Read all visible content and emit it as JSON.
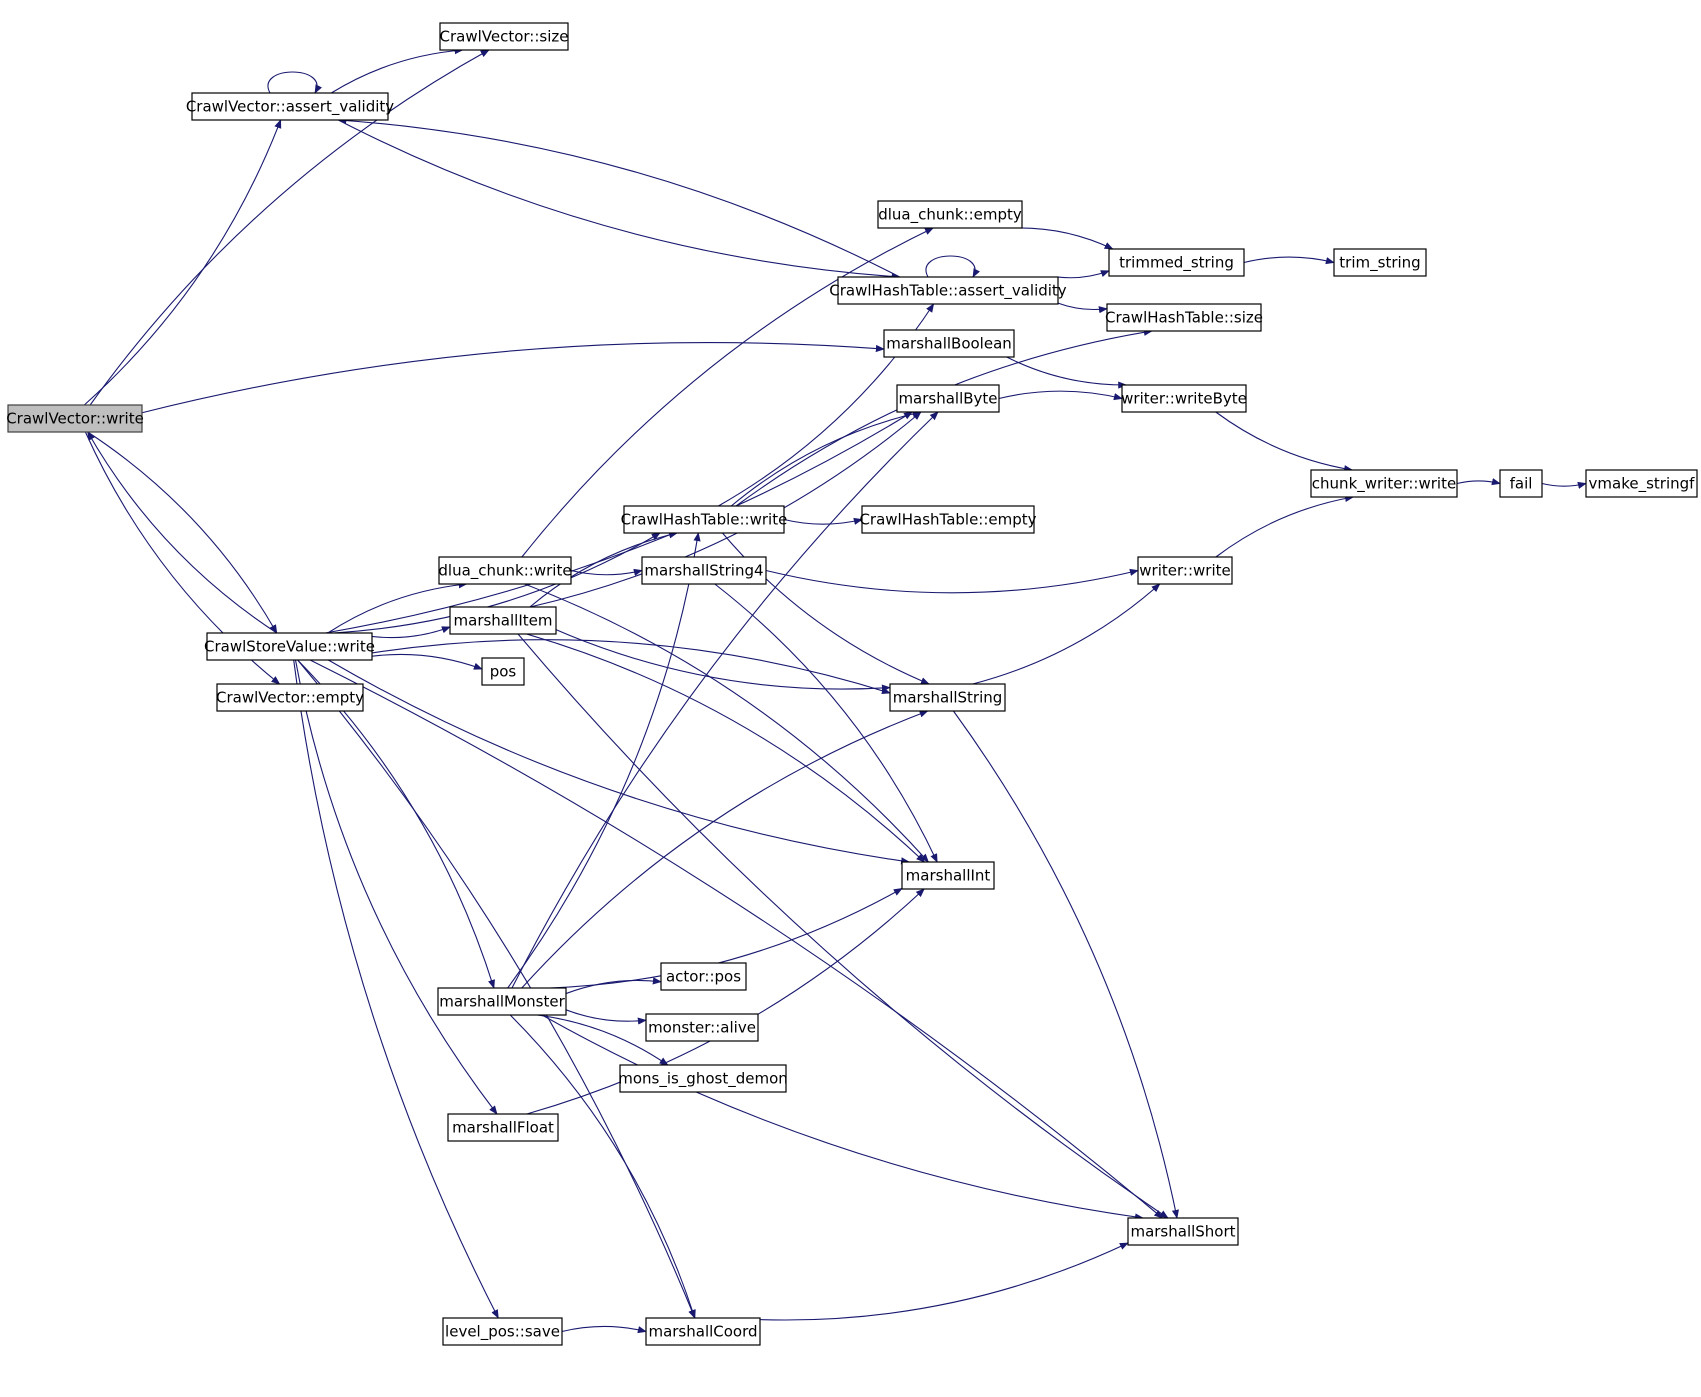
{
  "diagram": {
    "type": "call-graph",
    "edge_color": "#191970",
    "root_fill": "#bfbfbf",
    "nodes": [
      {
        "id": "cv_write",
        "label": "CrawlVector::write",
        "root": true
      },
      {
        "id": "cv_size",
        "label": "CrawlVector::size"
      },
      {
        "id": "cv_assert",
        "label": "CrawlVector::assert_validity"
      },
      {
        "id": "dlua_empty",
        "label": "dlua_chunk::empty"
      },
      {
        "id": "trimmed_string",
        "label": "trimmed_string"
      },
      {
        "id": "trim_string",
        "label": "trim_string"
      },
      {
        "id": "cht_assert",
        "label": "CrawlHashTable::assert_validity"
      },
      {
        "id": "cht_size",
        "label": "CrawlHashTable::size"
      },
      {
        "id": "marshallBoolean",
        "label": "marshallBoolean"
      },
      {
        "id": "marshallByte",
        "label": "marshallByte"
      },
      {
        "id": "writeByte",
        "label": "writer::writeByte"
      },
      {
        "id": "chunk_write",
        "label": "chunk_writer::write"
      },
      {
        "id": "fail",
        "label": "fail"
      },
      {
        "id": "vmake_stringf",
        "label": "vmake_stringf"
      },
      {
        "id": "cht_write",
        "label": "CrawlHashTable::write"
      },
      {
        "id": "cht_empty",
        "label": "CrawlHashTable::empty"
      },
      {
        "id": "dlua_write",
        "label": "dlua_chunk::write"
      },
      {
        "id": "marshallString4",
        "label": "marshallString4"
      },
      {
        "id": "writer_write",
        "label": "writer::write"
      },
      {
        "id": "marshallItem",
        "label": "marshallItem"
      },
      {
        "id": "csv_write",
        "label": "CrawlStoreValue::write"
      },
      {
        "id": "pos",
        "label": "pos"
      },
      {
        "id": "cv_empty",
        "label": "CrawlVector::empty"
      },
      {
        "id": "marshallString",
        "label": "marshallString"
      },
      {
        "id": "marshallInt",
        "label": "marshallInt"
      },
      {
        "id": "actor_pos",
        "label": "actor::pos"
      },
      {
        "id": "marshallMonster",
        "label": "marshallMonster"
      },
      {
        "id": "monster_alive",
        "label": "monster::alive"
      },
      {
        "id": "mons_ghost",
        "label": "mons_is_ghost_demon"
      },
      {
        "id": "marshallFloat",
        "label": "marshallFloat"
      },
      {
        "id": "marshallShort",
        "label": "marshallShort"
      },
      {
        "id": "level_pos_save",
        "label": "level_pos::save"
      },
      {
        "id": "marshallCoord",
        "label": "marshallCoord"
      }
    ],
    "edges": [
      [
        "cv_write",
        "cv_size"
      ],
      [
        "cv_write",
        "cv_assert"
      ],
      [
        "cv_write",
        "csv_write"
      ],
      [
        "cv_write",
        "cv_empty"
      ],
      [
        "cv_write",
        "marshallBoolean"
      ],
      [
        "cv_assert",
        "cv_assert"
      ],
      [
        "cv_assert",
        "cv_size"
      ],
      [
        "cht_assert",
        "cv_assert"
      ],
      [
        "csv_write",
        "cv_write"
      ],
      [
        "csv_write",
        "marshallByte"
      ],
      [
        "csv_write",
        "dlua_write"
      ],
      [
        "csv_write",
        "marshallItem"
      ],
      [
        "csv_write",
        "pos"
      ],
      [
        "csv_write",
        "cht_write"
      ],
      [
        "csv_write",
        "marshallString"
      ],
      [
        "csv_write",
        "marshallInt"
      ],
      [
        "csv_write",
        "marshallMonster"
      ],
      [
        "csv_write",
        "marshallFloat"
      ],
      [
        "csv_write",
        "marshallShort"
      ],
      [
        "csv_write",
        "level_pos_save"
      ],
      [
        "csv_write",
        "marshallCoord"
      ],
      [
        "cv_assert",
        "cht_assert"
      ],
      [
        "dlua_empty",
        "trimmed_string"
      ],
      [
        "cht_assert",
        "trimmed_string"
      ],
      [
        "cht_assert",
        "cht_assert"
      ],
      [
        "cht_assert",
        "cht_size"
      ],
      [
        "trimmed_string",
        "trim_string"
      ],
      [
        "marshallBoolean",
        "writeByte"
      ],
      [
        "marshallByte",
        "writeByte"
      ],
      [
        "writeByte",
        "chunk_write"
      ],
      [
        "chunk_write",
        "fail"
      ],
      [
        "fail",
        "vmake_stringf"
      ],
      [
        "writer_write",
        "chunk_write"
      ],
      [
        "cht_write",
        "cht_assert"
      ],
      [
        "cht_write",
        "cht_size"
      ],
      [
        "cht_write",
        "cht_empty"
      ],
      [
        "cht_write",
        "marshallByte"
      ],
      [
        "cht_write",
        "marshallString"
      ],
      [
        "dlua_write",
        "dlua_empty"
      ],
      [
        "dlua_write",
        "marshallString4"
      ],
      [
        "dlua_write",
        "marshallInt"
      ],
      [
        "marshallString4",
        "writer_write"
      ],
      [
        "marshallString4",
        "marshallInt"
      ],
      [
        "marshallString",
        "writer_write"
      ],
      [
        "marshallString",
        "marshallShort"
      ],
      [
        "marshallItem",
        "marshallByte"
      ],
      [
        "marshallItem",
        "cht_write"
      ],
      [
        "marshallItem",
        "marshallString"
      ],
      [
        "marshallItem",
        "marshallInt"
      ],
      [
        "marshallItem",
        "marshallShort"
      ],
      [
        "marshallMonster",
        "marshallByte"
      ],
      [
        "marshallMonster",
        "cht_write"
      ],
      [
        "marshallMonster",
        "marshallString"
      ],
      [
        "marshallMonster",
        "marshallInt"
      ],
      [
        "marshallMonster",
        "actor_pos"
      ],
      [
        "marshallMonster",
        "monster_alive"
      ],
      [
        "marshallMonster",
        "mons_ghost"
      ],
      [
        "marshallMonster",
        "marshallShort"
      ],
      [
        "marshallMonster",
        "marshallCoord"
      ],
      [
        "marshallFloat",
        "marshallInt"
      ],
      [
        "level_pos_save",
        "marshallCoord"
      ],
      [
        "marshallCoord",
        "marshallShort"
      ]
    ]
  }
}
